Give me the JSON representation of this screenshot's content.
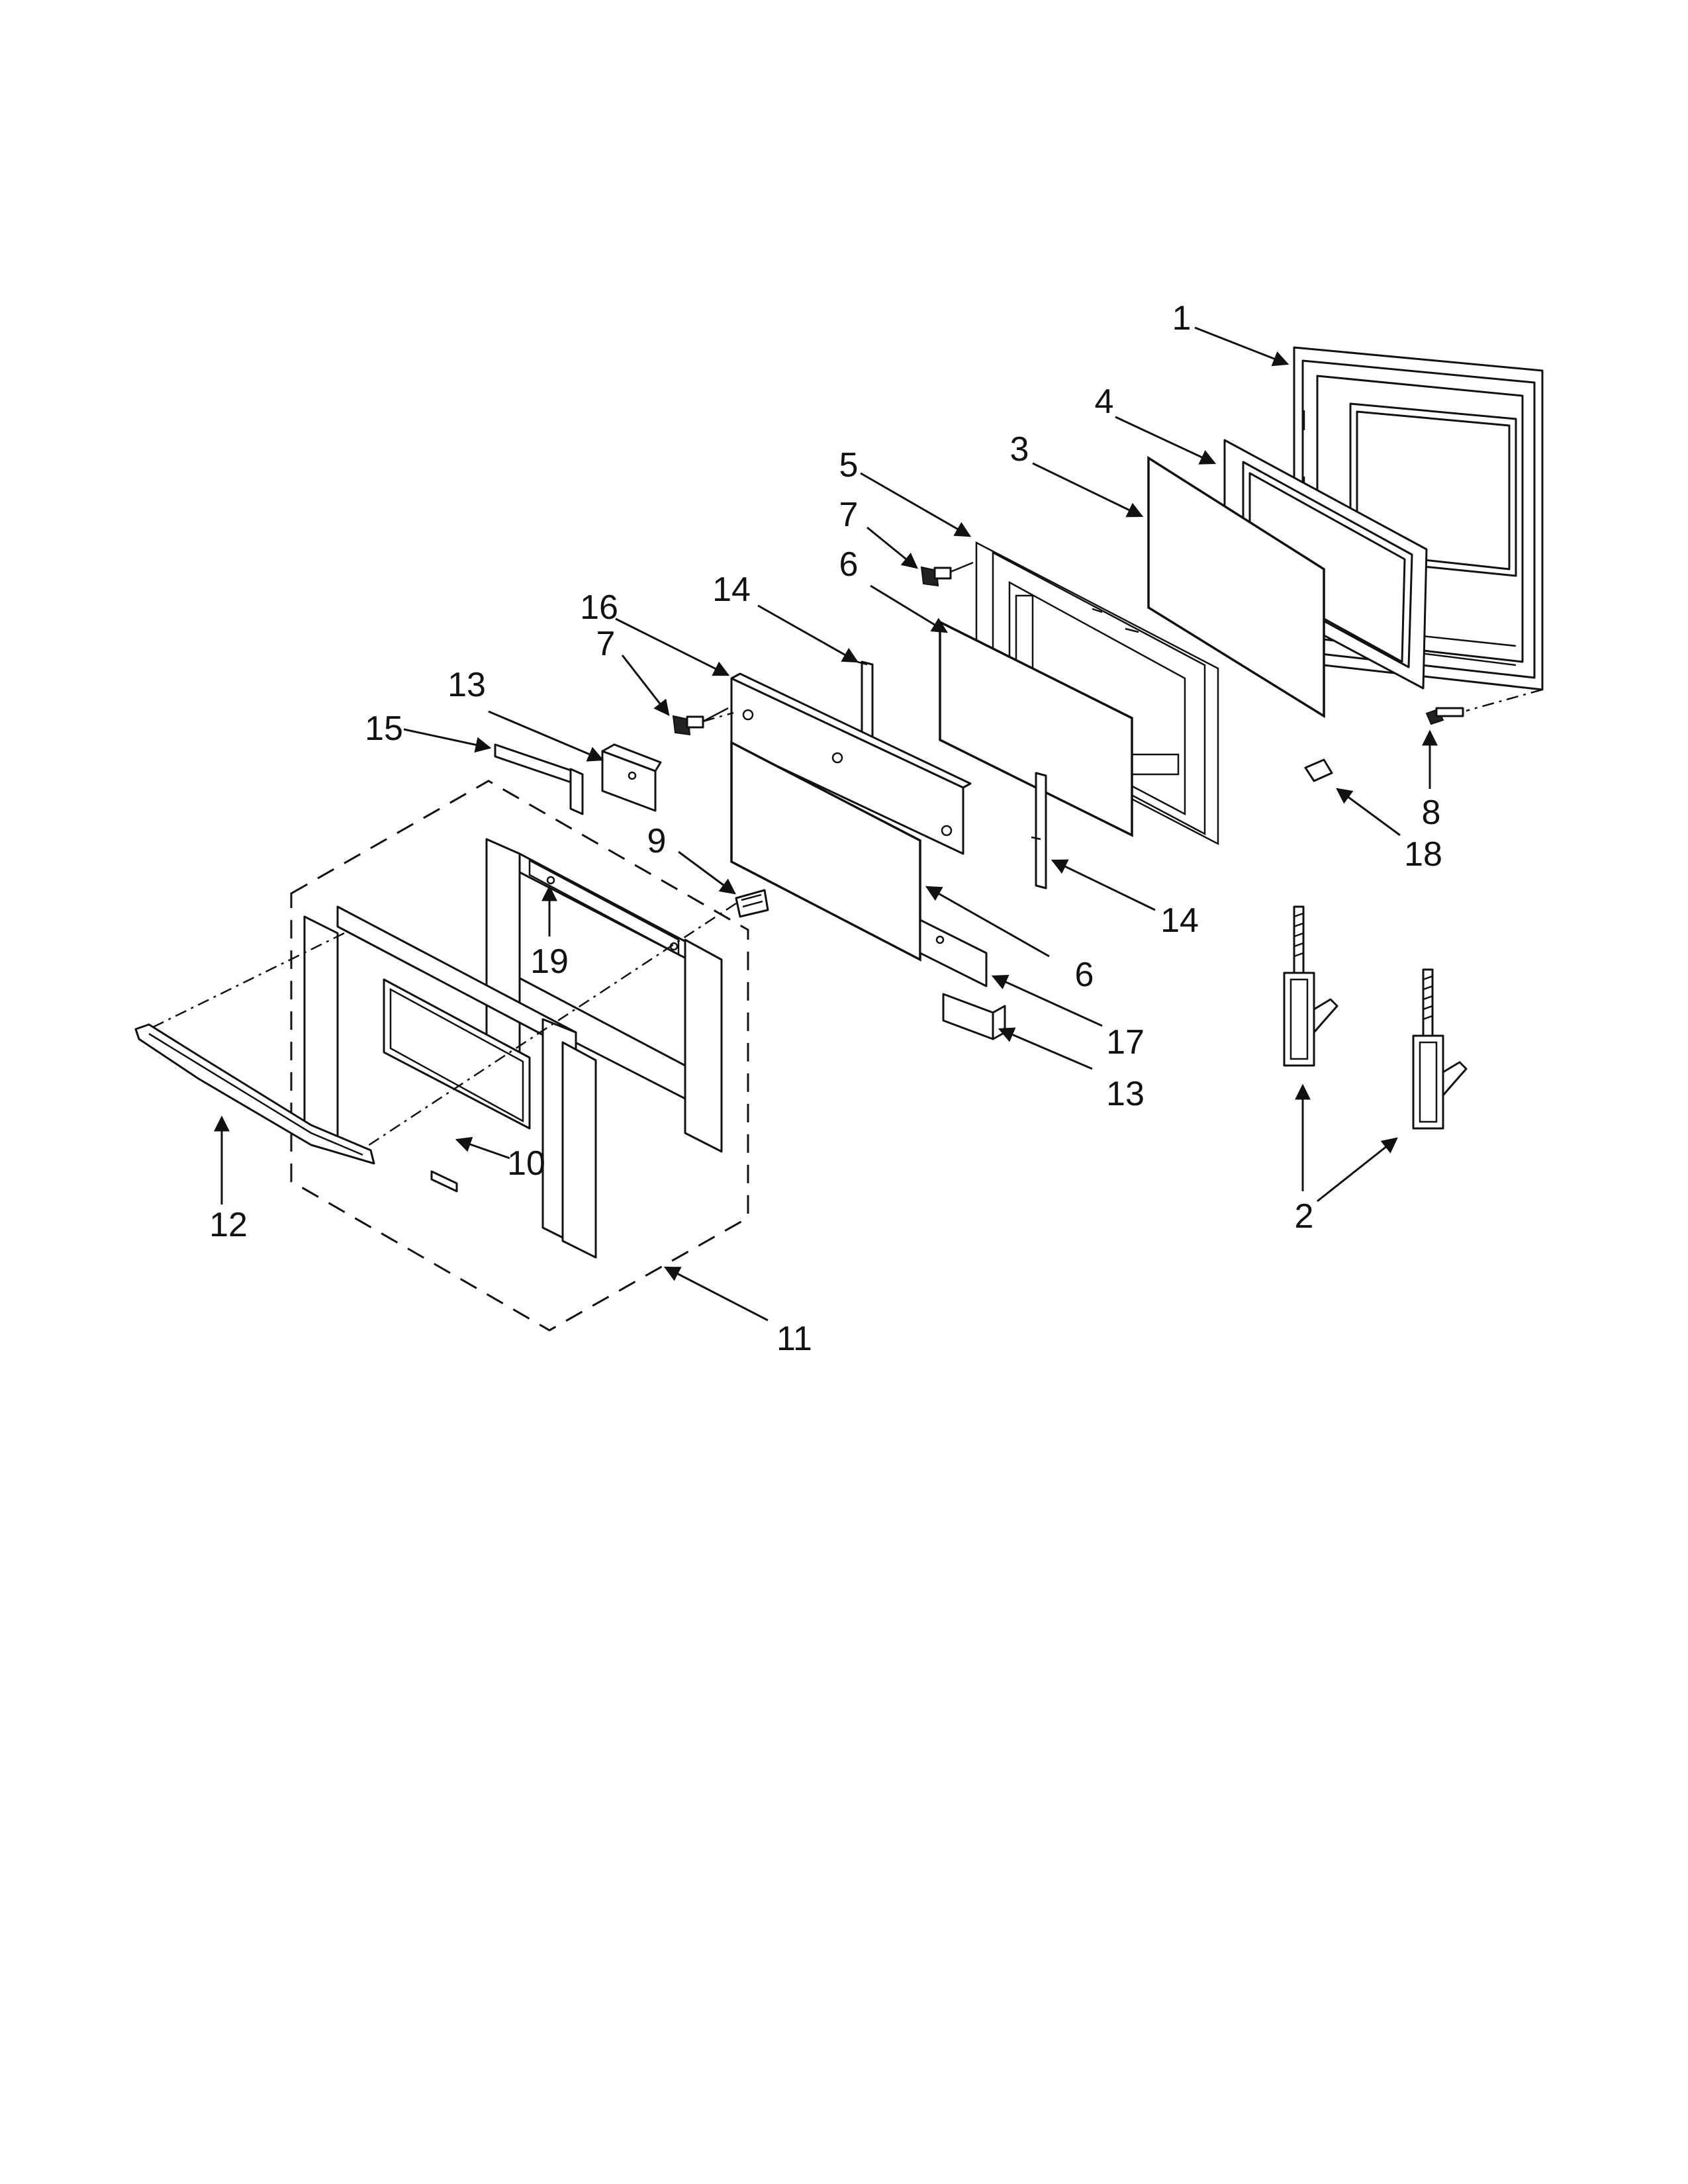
{
  "callouts": [
    {
      "id": "c1",
      "text": "1"
    },
    {
      "id": "c4",
      "text": "4"
    },
    {
      "id": "c3",
      "text": "3"
    },
    {
      "id": "c5",
      "text": "5"
    },
    {
      "id": "c7a",
      "text": "7"
    },
    {
      "id": "c6a",
      "text": "6"
    },
    {
      "id": "c14a",
      "text": "14"
    },
    {
      "id": "c16",
      "text": "16"
    },
    {
      "id": "c7b",
      "text": "7"
    },
    {
      "id": "c13a",
      "text": "13"
    },
    {
      "id": "c15",
      "text": "15"
    },
    {
      "id": "c9",
      "text": "9"
    },
    {
      "id": "c19",
      "text": "19"
    },
    {
      "id": "c14b",
      "text": "14"
    },
    {
      "id": "c6b",
      "text": "6"
    },
    {
      "id": "c17",
      "text": "17"
    },
    {
      "id": "c13b",
      "text": "13"
    },
    {
      "id": "c10",
      "text": "10"
    },
    {
      "id": "c12",
      "text": "12"
    },
    {
      "id": "c11",
      "text": "11"
    },
    {
      "id": "c8",
      "text": "8"
    },
    {
      "id": "c18",
      "text": "18"
    },
    {
      "id": "c2",
      "text": "2"
    }
  ]
}
